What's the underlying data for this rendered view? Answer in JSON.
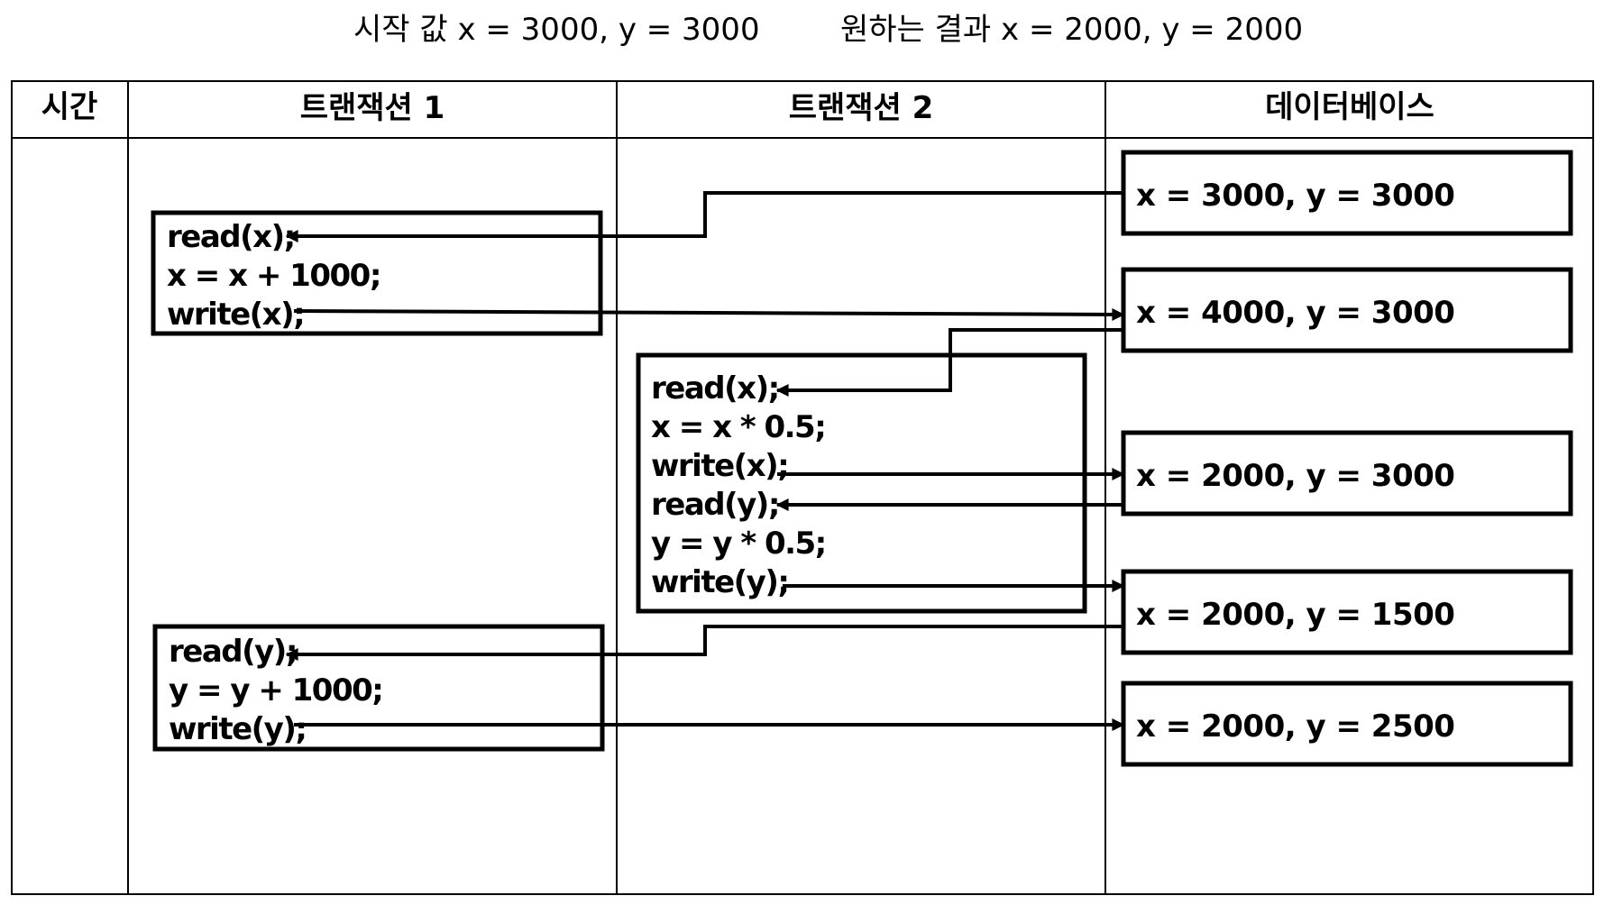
{
  "header": {
    "start_label": "시작 값 x = 3000, y = 3000",
    "goal_label": "원하는 결과 x = 2000, y = 2000"
  },
  "columns": {
    "time": "시간",
    "tx1": "트랜잭션 1",
    "tx2": "트랜잭션 2",
    "db": "데이터베이스"
  },
  "tx1": {
    "block1": [
      "read(x);",
      "x = x + 1000;",
      "write(x);"
    ],
    "block2": [
      "read(y);",
      "y = y + 1000;",
      "write(y);"
    ]
  },
  "tx2": {
    "block1": [
      "read(x);",
      "x = x * 0.5;",
      "write(x);",
      "read(y);",
      "y = y * 0.5;",
      "write(y);"
    ]
  },
  "db": {
    "states": [
      "x = 3000, y = 3000",
      "x = 4000, y = 3000",
      "x = 2000, y = 3000",
      "x = 2000, y = 1500",
      "x = 2000, y = 2500"
    ]
  }
}
